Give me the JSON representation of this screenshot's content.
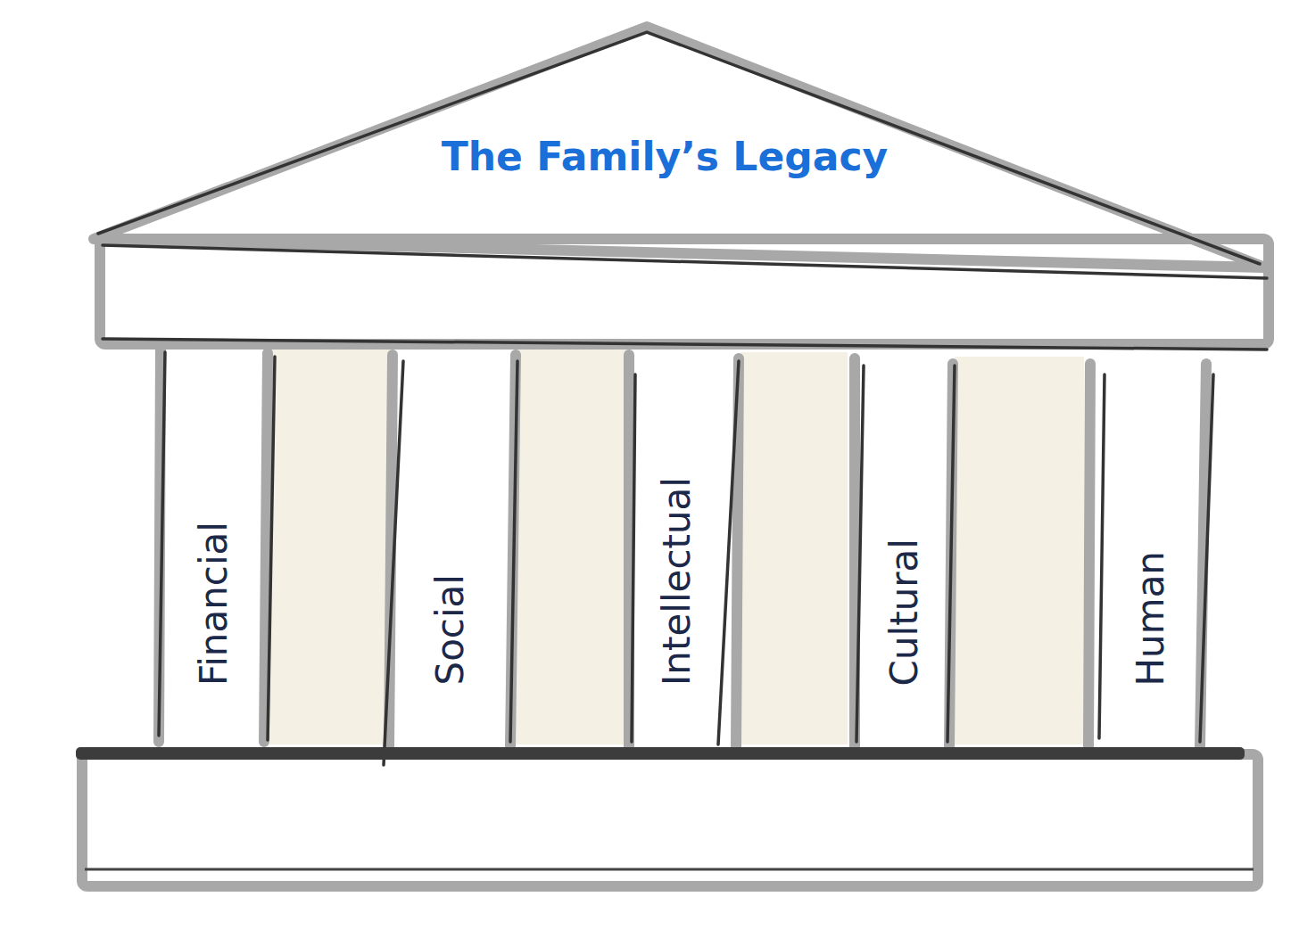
{
  "diagram": {
    "title": "The Family’s Legacy",
    "nodes": [
      {
        "text": [
          "Financial"
        ]
      },
      {
        "text": [
          "Social"
        ]
      },
      {
        "text": [
          "Intellectual"
        ]
      },
      {
        "text": [
          "Cultural"
        ]
      },
      {
        "text": [
          "Human"
        ]
      }
    ]
  }
}
